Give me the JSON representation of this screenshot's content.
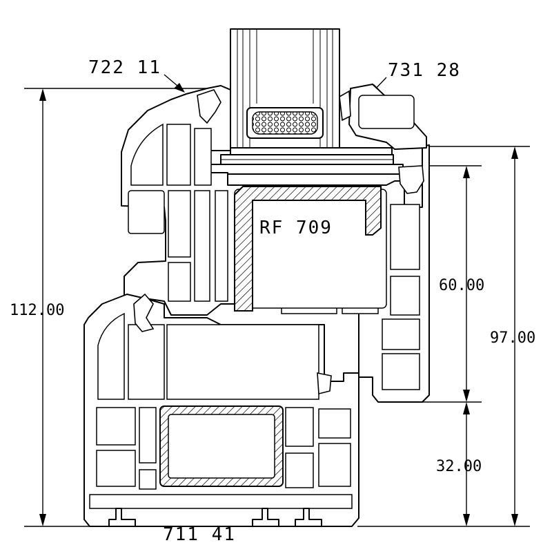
{
  "labels": {
    "sash_profile": "722 11",
    "bead_profile": "731 28",
    "frame_profile": "711 41",
    "reinforcement": "RF 709"
  },
  "dimensions": {
    "overall_height": "112.00",
    "sash_height": "97.00",
    "glass_rebate": "60.00",
    "frame_height": "32.00"
  }
}
